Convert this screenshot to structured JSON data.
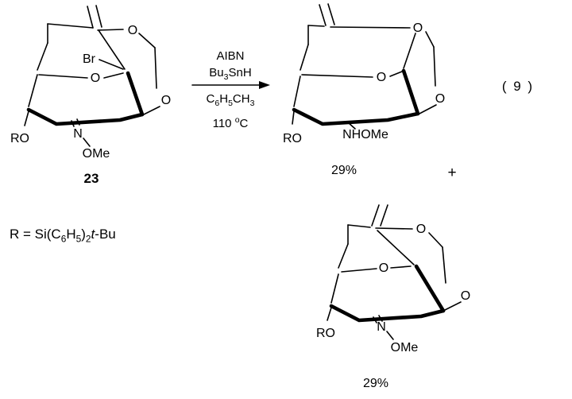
{
  "equation": {
    "number": "( 9 )"
  },
  "conditions": {
    "above": {
      "line1": [
        {
          "t": "AIBN"
        }
      ],
      "line2": [
        {
          "t": "Bu"
        },
        {
          "t": "3",
          "sub": true
        },
        {
          "t": "SnH"
        }
      ]
    },
    "below": {
      "line1": [
        {
          "t": "C"
        },
        {
          "t": "6",
          "sub": true
        },
        {
          "t": "H"
        },
        {
          "t": "5",
          "sub": true
        },
        {
          "t": "CH"
        },
        {
          "t": "3",
          "sub": true
        }
      ],
      "line2": [
        {
          "t": "110 "
        },
        {
          "t": "o",
          "sup": true
        },
        {
          "t": "C"
        }
      ]
    }
  },
  "r_group_definition": [
    {
      "t": "R = Si(C"
    },
    {
      "t": "6",
      "sub": true
    },
    {
      "t": "H"
    },
    {
      "t": "5",
      "sub": true
    },
    {
      "t": ")"
    },
    {
      "t": "2",
      "sub": true
    },
    {
      "t": "t",
      "i": true
    },
    {
      "t": "-Bu"
    }
  ],
  "plus_sign": "+",
  "compound_23": {
    "number": "23",
    "atoms": {
      "br": "Br",
      "o_top": "O",
      "o_ring": "O",
      "o_right": "O",
      "or_group": "RO",
      "n": "N",
      "ome": "OMe"
    }
  },
  "product_1": {
    "yield": "29%",
    "atoms": {
      "o_top": "O",
      "o_ring": "O",
      "o_right": "O",
      "or_group": "RO",
      "nhome": "NHOMe"
    }
  },
  "product_2": {
    "yield": "29%",
    "atoms": {
      "o_top": "O",
      "o_ring": "O",
      "o_right": "O",
      "or_group": "RO",
      "n": "N",
      "ome": "OMe"
    }
  }
}
